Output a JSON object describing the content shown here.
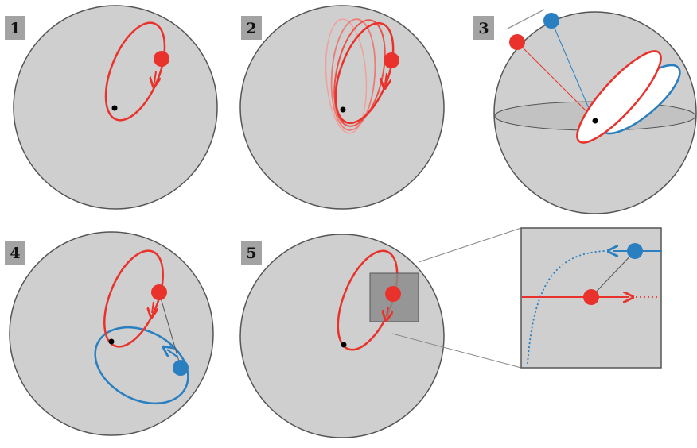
{
  "panels": [
    {
      "label": "1"
    },
    {
      "label": "2"
    },
    {
      "label": "3"
    },
    {
      "label": "4"
    },
    {
      "label": "5"
    }
  ],
  "colors": {
    "sphere_fill": "#cfcfcf",
    "sphere_stroke": "#555555",
    "label_box": "#a3a3a3",
    "orbit_red": "#e8322b",
    "orbit_blue": "#2a7fc0",
    "central_body": "#000000",
    "zoom_box": "#8c8c8c"
  }
}
